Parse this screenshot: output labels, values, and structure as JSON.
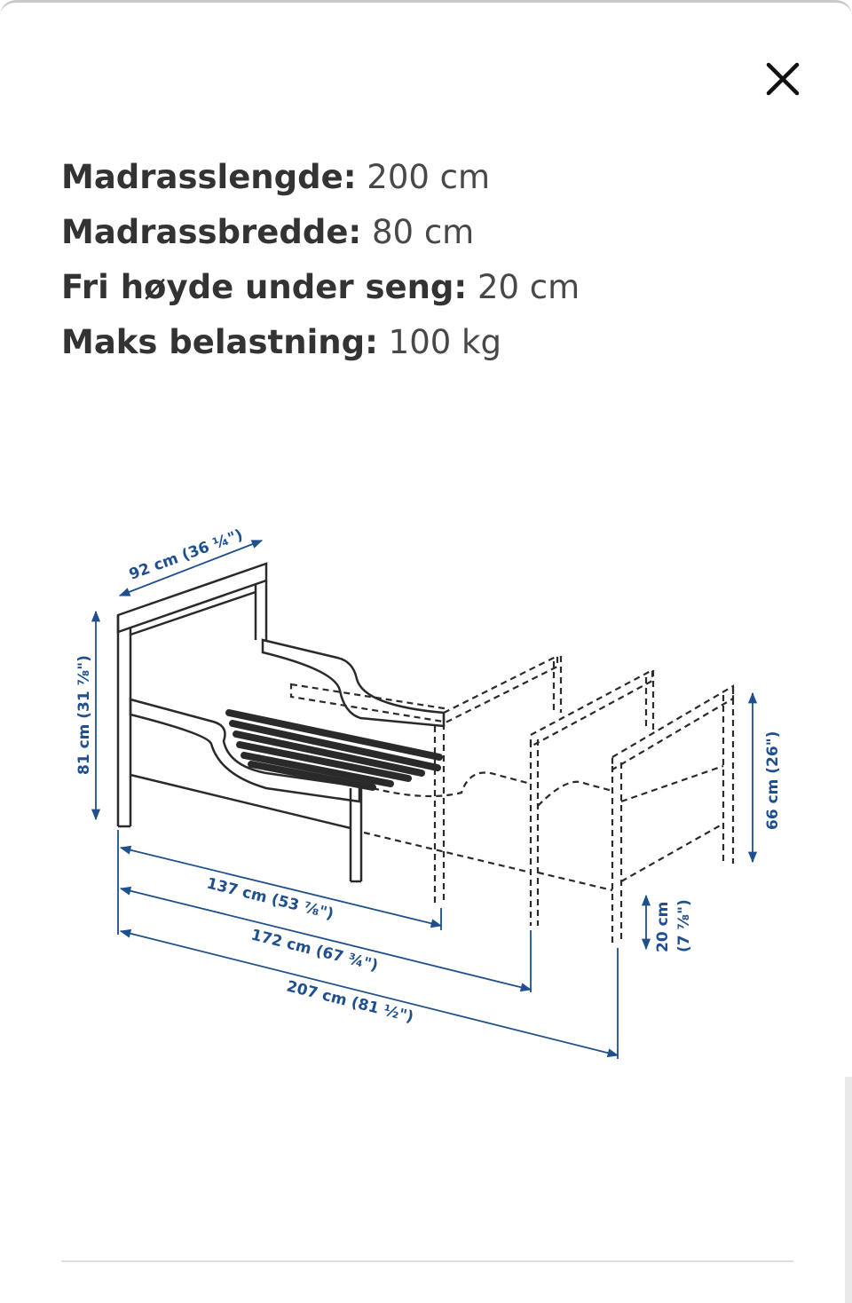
{
  "specs": [
    {
      "label": "Madrasslengde:",
      "value": "200 cm"
    },
    {
      "label": "Madrassbredde:",
      "value": "80 cm"
    },
    {
      "label": "Fri høyde under seng:",
      "value": "20 cm"
    },
    {
      "label": "Maks belastning:",
      "value": "100 kg"
    }
  ],
  "diagram": {
    "width_label": "92 cm (36 ¼\")",
    "height_label": "81 cm (31 ⅞\")",
    "length_short_label": "137 cm (53 ⅞\")",
    "length_mid_label": "172 cm (67 ¾\")",
    "length_long_label": "207 cm (81 ½\")",
    "foot_height_label": "66 cm (26\")",
    "clearance_label_cm": "20 cm",
    "clearance_label_in": "(7 ⅞\")"
  },
  "colors": {
    "text": "#333333",
    "dimension": "#1f4f8f",
    "drawing": "#2a2a2a"
  },
  "icons": {
    "close": "close-icon"
  }
}
